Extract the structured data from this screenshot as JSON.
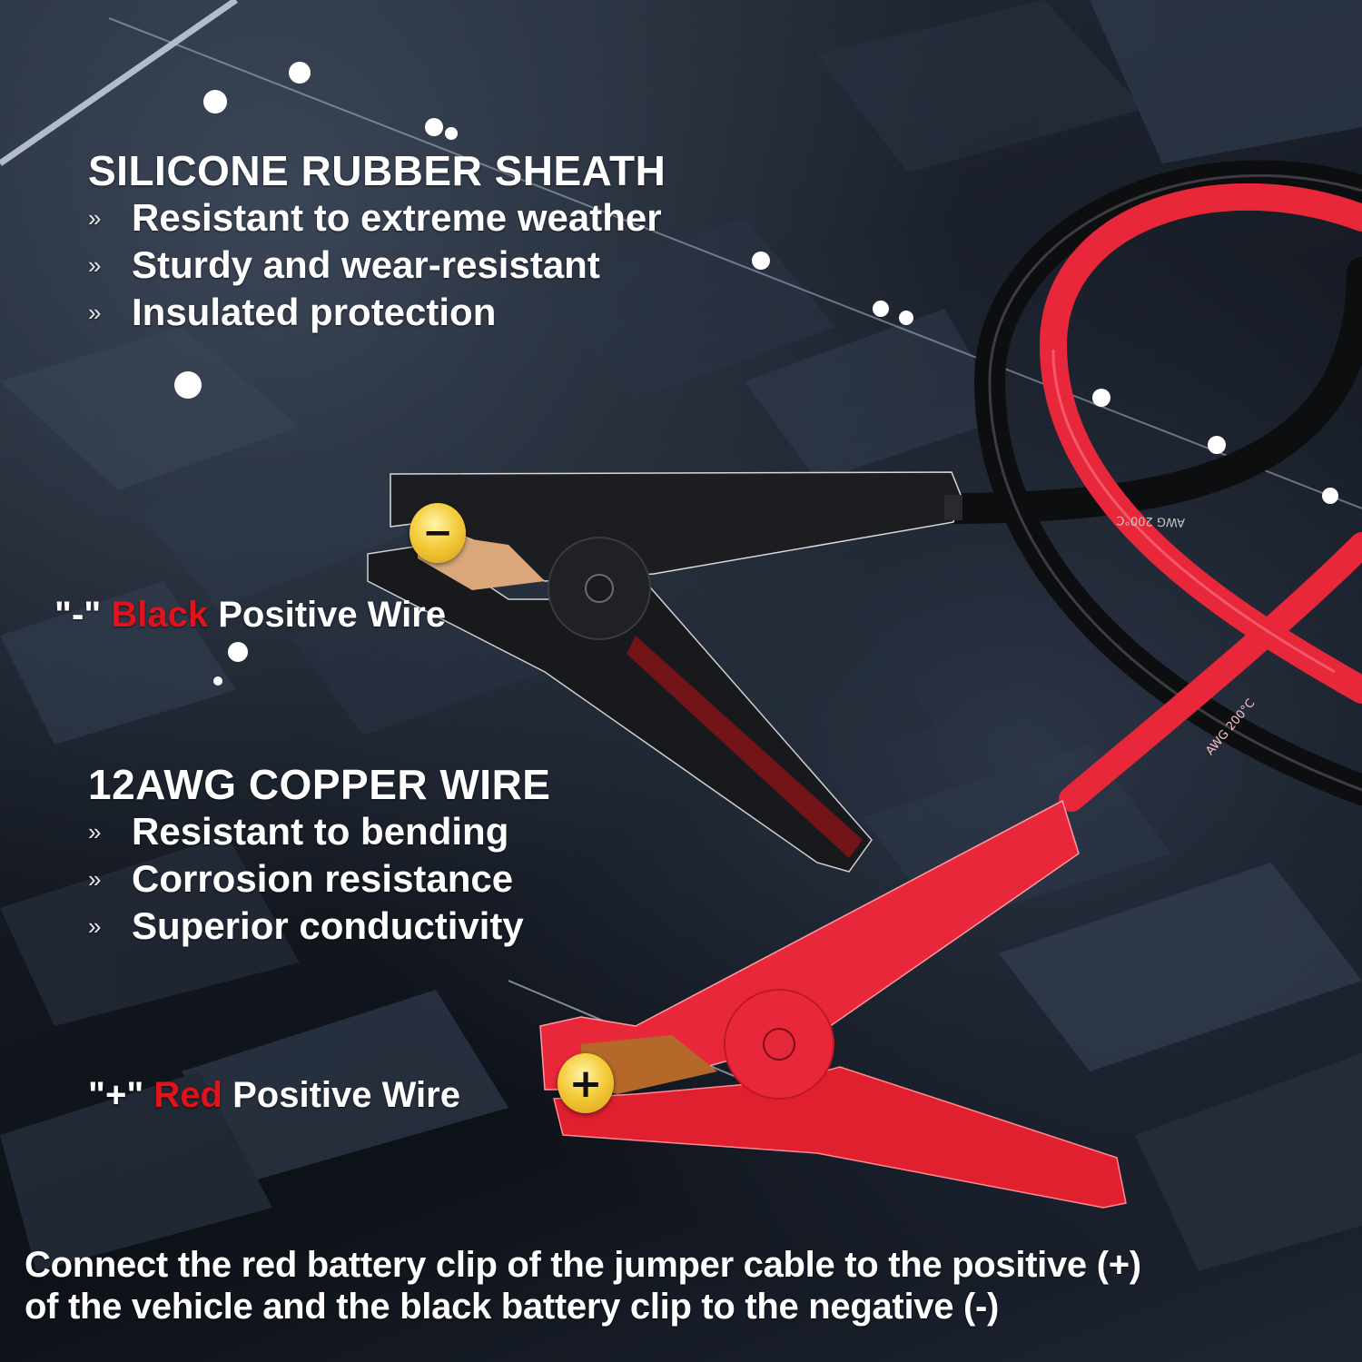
{
  "section1": {
    "heading": "SILICONE RUBBER SHEATH",
    "bullet_icon": "double-chevron-right-icon",
    "bullets": [
      "Resistant to extreme weather",
      "Sturdy and wear-resistant",
      "Insulated protection"
    ]
  },
  "section2": {
    "heading": "12AWG COPPER WIRE",
    "bullet_icon": "double-chevron-right-icon",
    "bullets": [
      "Resistant to bending",
      "Corrosion resistance",
      "Superior conductivity"
    ]
  },
  "labels": {
    "black_wire": {
      "symbol": "\"-\"",
      "color_word": "Black",
      "rest": "Positive Wire"
    },
    "red_wire": {
      "symbol": "\"+\"",
      "color_word": "Red",
      "rest": "Positive Wire"
    }
  },
  "badges": {
    "negative": {
      "glyph": "−",
      "icon": "minus-badge-icon"
    },
    "positive": {
      "glyph": "+",
      "icon": "plus-badge-icon"
    }
  },
  "cable_print": "AWG 200°C",
  "footer": {
    "line1": "Connect the red battery clip of the jumper cable to the positive (+)",
    "line2": "of the vehicle and the black battery clip to the negative (-)"
  },
  "colors": {
    "accent_red": "#e0121b",
    "clip_red": "#e8283a",
    "clip_black": "#1c1d20",
    "badge_gold": "#f4cd3c",
    "text": "#ffffff"
  }
}
